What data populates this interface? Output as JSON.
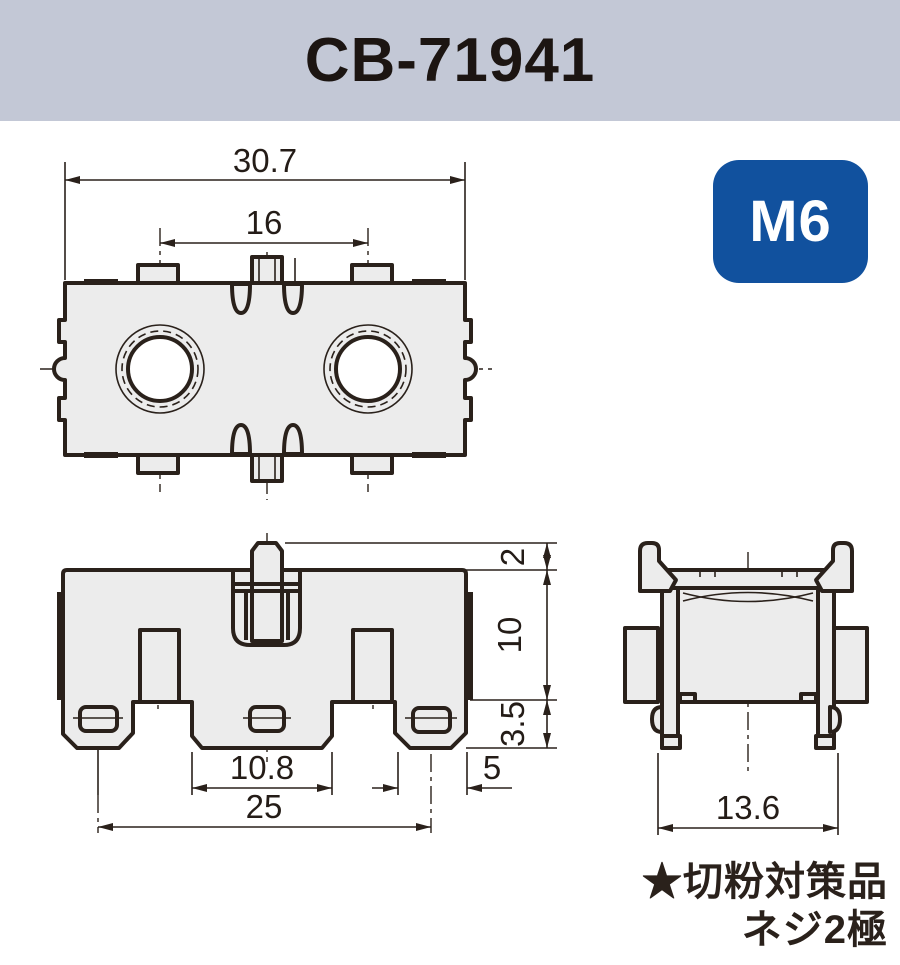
{
  "header": {
    "title": "CB-71941"
  },
  "badge": {
    "label": "M6"
  },
  "notes": {
    "line1": "★切粉対策品",
    "line2": "ネジ2極"
  },
  "colors": {
    "header_bg": "#c3c8d6",
    "badge_bg": "#11519e",
    "badge_text": "#ffffff",
    "line": "#2a211b",
    "body_fill": "#ececec",
    "page_bg": "#ffffff"
  },
  "views": {
    "top": {
      "dims": {
        "overall_width": "30.7",
        "hole_pitch": "16"
      }
    },
    "front": {
      "dims": {
        "pin_height": "2",
        "body_height": "10",
        "foot_height": "3.5",
        "notch_width": "10.8",
        "mount_pitch": "25",
        "foot_width": "5"
      }
    },
    "side": {
      "dims": {
        "overall_depth": "13.6"
      }
    }
  }
}
